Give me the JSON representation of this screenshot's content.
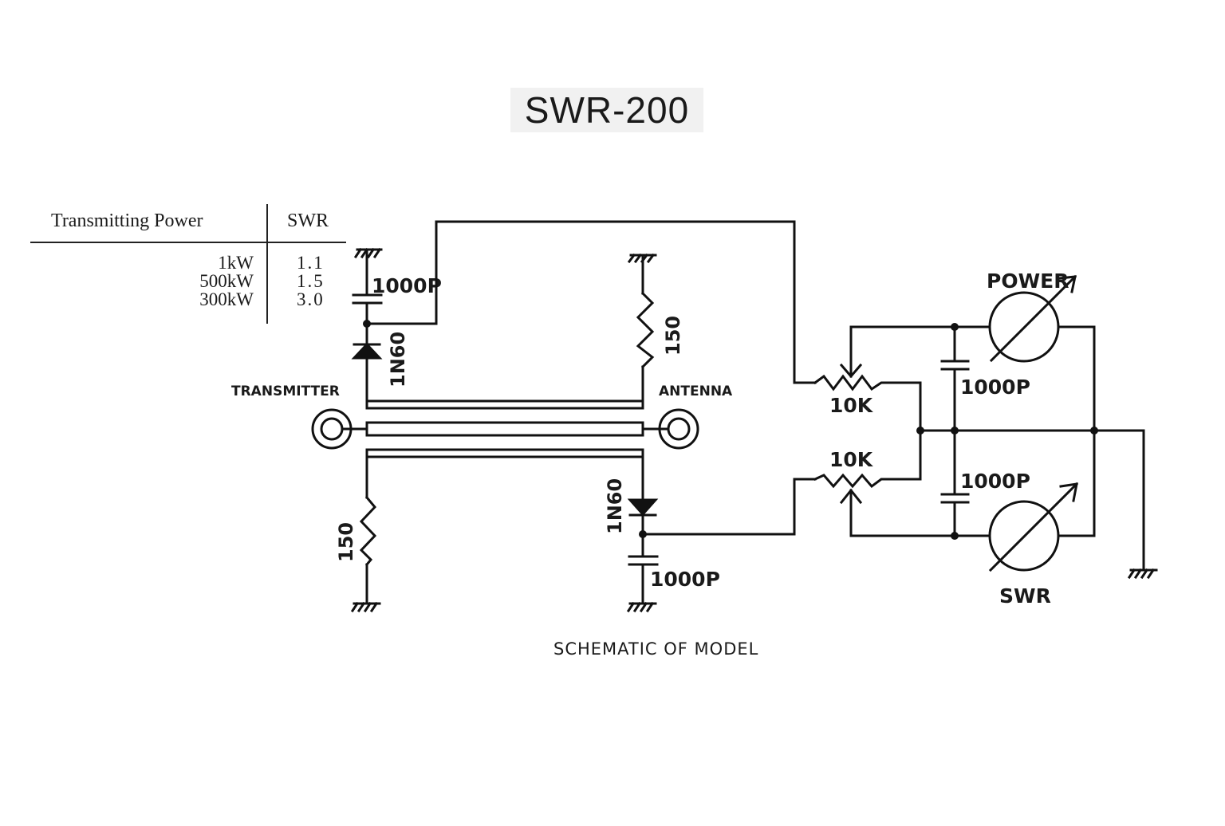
{
  "title": "SWR-200",
  "spec_table": {
    "headers": {
      "power": "Transmitting Power",
      "swr": "SWR"
    },
    "rows": [
      {
        "power": "1kW",
        "swr": "1.1"
      },
      {
        "power": "500kW",
        "swr": "1.5"
      },
      {
        "power": "300kW",
        "swr": "3.0"
      }
    ]
  },
  "schematic": {
    "ports": {
      "transmitter": "TRANSMITTER",
      "antenna": "ANTENNA"
    },
    "components": {
      "cap_top_left": "1000P",
      "diode_top": "1N60",
      "res_top": "150",
      "res_bottom": "150",
      "diode_bottom": "1N60",
      "cap_bottom": "1000P",
      "pot_top": "10K",
      "pot_bottom": "10K",
      "cap_meter_top": "1000P",
      "cap_meter_bottom": "1000P",
      "meter_power": "POWER",
      "meter_swr": "SWR"
    }
  },
  "caption": "SCHEMATIC OF MODEL"
}
